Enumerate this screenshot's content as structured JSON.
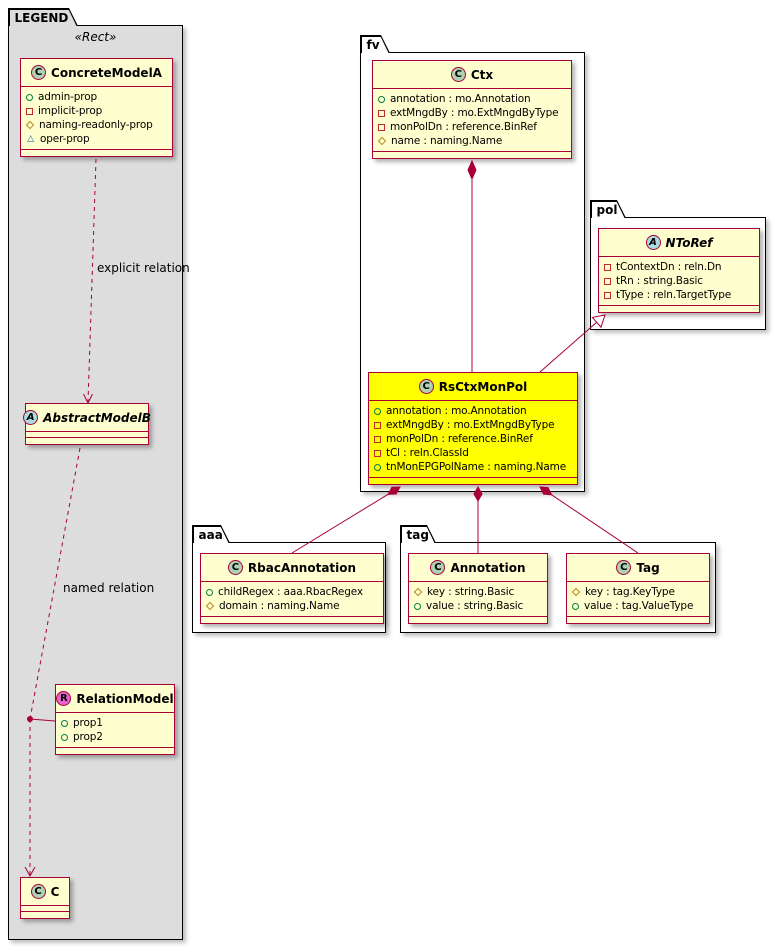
{
  "diagram": {
    "legend": {
      "title": "LEGEND",
      "stereotype": "«Rect»"
    },
    "packages": {
      "fv": "fv",
      "pol": "pol",
      "aaa": "aaa",
      "tag": "tag"
    },
    "classes": {
      "concrete_model_a": {
        "icon": "C",
        "name": "ConcreteModelA",
        "attrs": [
          {
            "vis": "public",
            "text": "admin-prop"
          },
          {
            "vis": "private",
            "text": "implicit-prop"
          },
          {
            "vis": "protected",
            "text": "naming-readonly-prop"
          },
          {
            "vis": "package",
            "text": "oper-prop"
          }
        ]
      },
      "abstract_model_b": {
        "icon": "A",
        "name": "AbstractModelB",
        "attrs": []
      },
      "relation_model": {
        "icon": "R",
        "name": "RelationModel",
        "attrs": [
          {
            "vis": "public",
            "text": "prop1"
          },
          {
            "vis": "public",
            "text": "prop2"
          }
        ]
      },
      "c": {
        "icon": "C",
        "name": "C",
        "attrs": []
      },
      "ctx": {
        "icon": "C",
        "name": "Ctx",
        "attrs": [
          {
            "vis": "public",
            "text": "annotation : mo.Annotation"
          },
          {
            "vis": "private",
            "text": "extMngdBy : mo.ExtMngdByType"
          },
          {
            "vis": "private",
            "text": "monPolDn : reference.BinRef"
          },
          {
            "vis": "protected",
            "text": "name : naming.Name"
          }
        ]
      },
      "rs_ctx_mon_pol": {
        "icon": "C",
        "name": "RsCtxMonPol",
        "attrs": [
          {
            "vis": "public",
            "text": "annotation : mo.Annotation"
          },
          {
            "vis": "private",
            "text": "extMngdBy : mo.ExtMngdByType"
          },
          {
            "vis": "private",
            "text": "monPolDn : reference.BinRef"
          },
          {
            "vis": "private",
            "text": "tCl : reln.ClassId"
          },
          {
            "vis": "public",
            "text": "tnMonEPGPolName : naming.Name"
          }
        ]
      },
      "n_to_ref": {
        "icon": "A",
        "name": "NToRef",
        "attrs": [
          {
            "vis": "private",
            "text": "tContextDn : reln.Dn"
          },
          {
            "vis": "private",
            "text": "tRn : string.Basic"
          },
          {
            "vis": "private",
            "text": "tType : reln.TargetType"
          }
        ]
      },
      "rbac_annotation": {
        "icon": "C",
        "name": "RbacAnnotation",
        "attrs": [
          {
            "vis": "public",
            "text": "childRegex : aaa.RbacRegex"
          },
          {
            "vis": "protected",
            "text": "domain : naming.Name"
          }
        ]
      },
      "annotation": {
        "icon": "C",
        "name": "Annotation",
        "attrs": [
          {
            "vis": "protected",
            "text": "key : string.Basic"
          },
          {
            "vis": "public",
            "text": "value : string.Basic"
          }
        ]
      },
      "tag": {
        "icon": "C",
        "name": "Tag",
        "attrs": [
          {
            "vis": "protected",
            "text": "key : tag.KeyType"
          },
          {
            "vis": "public",
            "text": "value : tag.ValueType"
          }
        ]
      }
    },
    "relations": [
      {
        "from": "fv.Ctx",
        "to": "fv.RsCtxMonPol",
        "type": "composition"
      },
      {
        "from": "fv.RsCtxMonPol",
        "to": "pol.NToRef",
        "type": "generalization"
      },
      {
        "from": "fv.RsCtxMonPol",
        "to": "aaa.RbacAnnotation",
        "type": "composition"
      },
      {
        "from": "fv.RsCtxMonPol",
        "to": "tag.Annotation",
        "type": "composition"
      },
      {
        "from": "fv.RsCtxMonPol",
        "to": "tag.Tag",
        "type": "composition"
      },
      {
        "from": "ConcreteModelA",
        "to": "AbstractModelB",
        "type": "dashed-arrow",
        "label": "explicit relation"
      },
      {
        "from": "AbstractModelB",
        "to": "C",
        "type": "dashed-arrow",
        "via": "RelationModel",
        "label": "named relation"
      }
    ],
    "colors": {
      "class_bg": "#FEFECE",
      "class_border": "#A80036",
      "relation_line": "#A80036",
      "highlight_bg": "#FFFF00",
      "legend_bg": "#DDDDDD",
      "spot_class": "#ADD1B2",
      "spot_abstract": "#A9DCDF",
      "spot_relation": "#E763CE",
      "vis_public": "#038048",
      "vis_private": "#C82930",
      "vis_protected": "#B8861B",
      "vis_package": "#1963A0"
    }
  }
}
